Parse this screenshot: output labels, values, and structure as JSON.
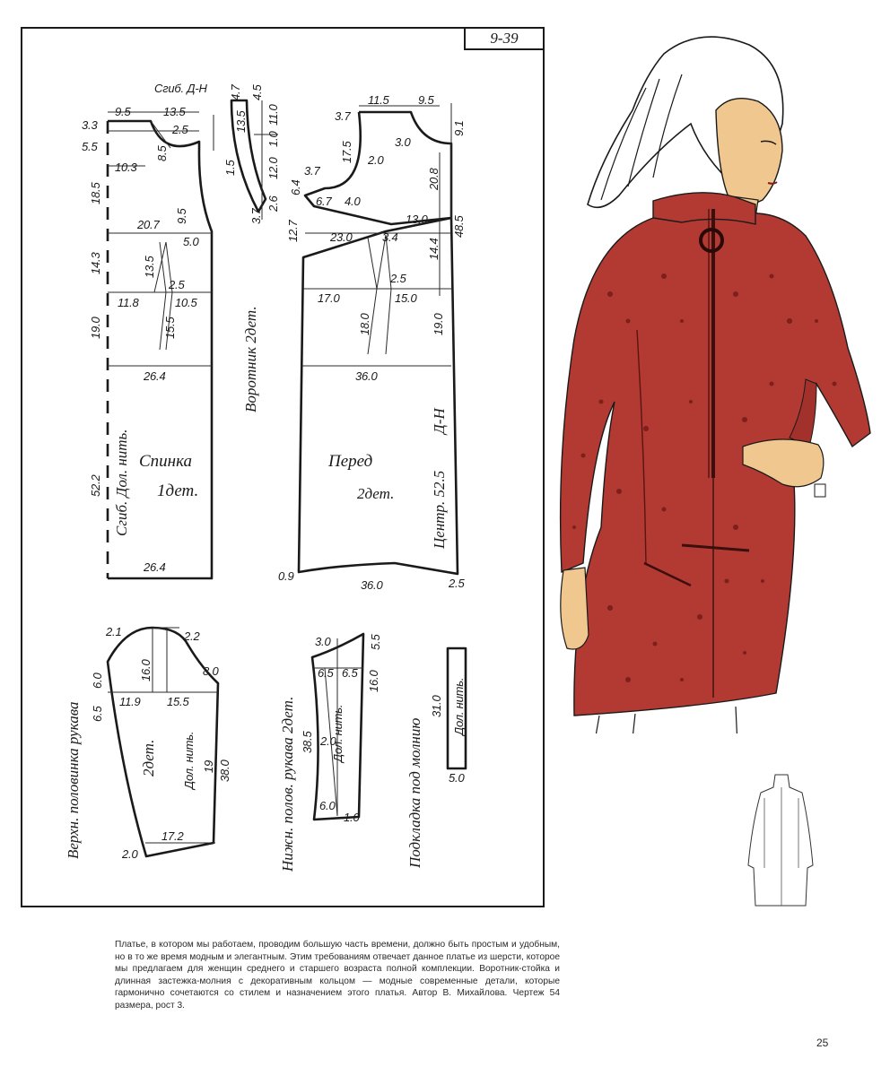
{
  "plate": {
    "code": "9-39"
  },
  "back": {
    "label_name": "Спинка",
    "label_count": "1дет.",
    "label_fold_grain": "Сгиб. Дол. нить.",
    "measurements": [
      "9.5",
      "13.5",
      "3.3",
      "5.5",
      "2.5",
      "8.5",
      "10.3",
      "18.5",
      "20.7",
      "9.5",
      "5.0",
      "14.3",
      "13.5",
      "2.5",
      "11.8",
      "10.5",
      "19.0",
      "15.5",
      "26.4",
      "52.2",
      "26.4"
    ]
  },
  "collar": {
    "label": "Воротник 2дет.",
    "measurements": [
      "Сгиб. Д-Н",
      "4.7",
      "4.5",
      "13.5",
      "11.0",
      "1.0",
      "12.0",
      "1.5",
      "3.7",
      "2.6"
    ]
  },
  "front": {
    "label_name": "Перед",
    "label_count": "2дет.",
    "label_center": "Центр. 52.5",
    "label_grain": "Д-Н",
    "measurements": [
      "11.5",
      "9.5",
      "3.7",
      "9.1",
      "3.0",
      "17.5",
      "2.0",
      "20.8",
      "3.7",
      "6.4",
      "6.7",
      "4.0",
      "13.0",
      "12.7",
      "23.0",
      "3.4",
      "48.5",
      "14.4",
      "2.5",
      "17.0",
      "15.0",
      "18.0",
      "19.0",
      "36.0",
      "0.9",
      "36.0",
      "2.5"
    ]
  },
  "upper_sleeve": {
    "label": "Верхн. половинка рукава",
    "count": "2дет.",
    "grain": "Дол. нить.",
    "measurements": [
      "2.1",
      "2.2",
      "6.0",
      "16.0",
      "8.0",
      "11.9",
      "15.5",
      "6.5",
      "19",
      "38.0",
      "17.2",
      "2.0"
    ]
  },
  "under_sleeve": {
    "label": "Нижн. полов. рукава 2дет.",
    "grain": "Дол. нить.",
    "measurements": [
      "3.0",
      "5.5",
      "6.5",
      "6.5",
      "16.0",
      "38.5",
      "2.0",
      "6.0",
      "1.0"
    ]
  },
  "zipper_facing": {
    "label": "Подкладка под молнию",
    "grain": "Дол. нить.",
    "measurements": [
      "31.0",
      "5.0"
    ]
  },
  "caption": {
    "text": "Платье, в котором мы работаем, проводим большую часть времени, должно быть простым и удобным, но в то же время модным и элегантным. Этим требованиям отвечает данное платье из шерсти, которое мы предлагаем для женщин среднего и старшего возраста полной комплекции. Воротник-стойка и длинная застежка-молния с декоративным кольцом — модные современные детали, которые гармонично сочетаются со стилем и назначением этого платья. Автор В. Михайлова. Чертеж 54 размера, рост 3."
  },
  "page_number": "25",
  "colors": {
    "dress": "#b23a32",
    "dress_dark": "#7d1f1a",
    "skin": "#efc78f",
    "ink": "#1a1a1a"
  }
}
